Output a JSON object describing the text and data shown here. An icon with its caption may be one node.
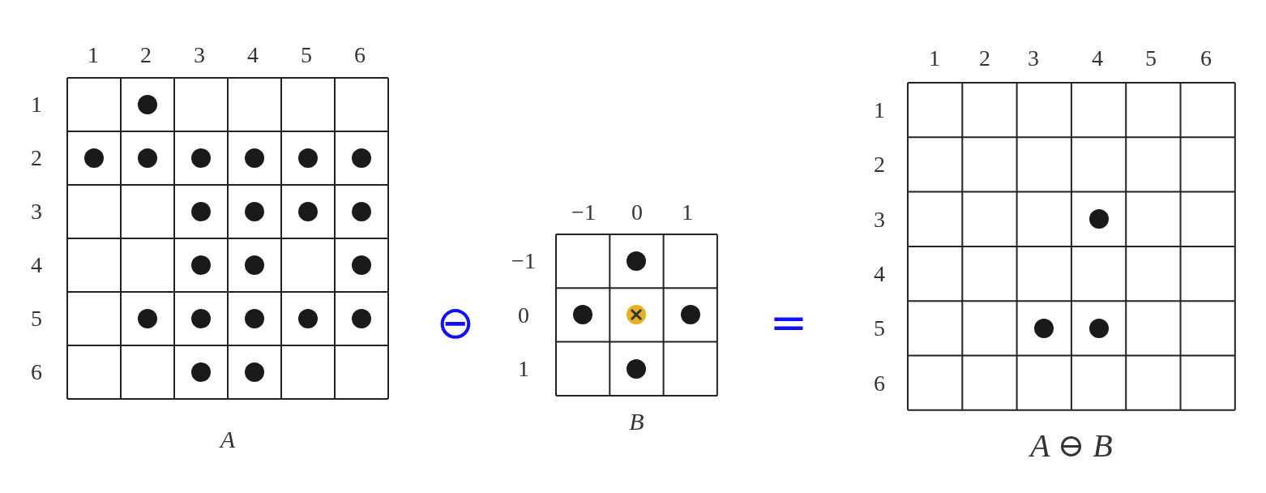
{
  "diagram": {
    "nodes": [
      {
        "text": [
          "A"
        ]
      },
      {
        "text": [
          "B"
        ]
      },
      {
        "text": [
          "A ⊖ B"
        ]
      },
      {
        "text": [],
        "shape": "circle",
        "in": 0
      },
      {
        "text": [],
        "shape": "circle",
        "in": 0
      },
      {
        "text": [],
        "shape": "circle",
        "in": 0
      },
      {
        "text": [],
        "shape": "circle",
        "in": 0
      },
      {
        "text": [],
        "shape": "circle",
        "in": 0
      },
      {
        "text": [],
        "shape": "circle",
        "in": 0
      },
      {
        "text": [],
        "shape": "circle",
        "in": 0
      },
      {
        "text": [],
        "shape": "circle",
        "in": 0
      },
      {
        "text": [],
        "shape": "circle",
        "in": 0
      },
      {
        "text": [],
        "shape": "circle",
        "in": 0
      },
      {
        "text": [],
        "shape": "circle",
        "in": 0
      },
      {
        "text": [],
        "shape": "circle",
        "in": 0
      },
      {
        "text": [],
        "shape": "circle",
        "in": 0
      },
      {
        "text": [],
        "shape": "circle",
        "in": 0
      },
      {
        "text": [],
        "shape": "circle",
        "in": 0
      },
      {
        "text": [],
        "shape": "circle",
        "in": 0
      },
      {
        "text": [],
        "shape": "circle",
        "in": 0
      },
      {
        "text": [],
        "shape": "circle",
        "in": 0
      },
      {
        "text": [],
        "shape": "circle",
        "in": 0
      },
      {
        "text": [],
        "shape": "circle",
        "in": 0
      },
      {
        "text": [],
        "shape": "circle",
        "in": 0
      },
      {
        "text": [],
        "shape": "circle",
        "in": 1
      },
      {
        "text": [],
        "shape": "circle",
        "in": 1
      },
      {
        "text": [],
        "shape": "circle",
        "in": 1
      },
      {
        "text": [],
        "shape": "circle",
        "in": 1
      },
      {
        "text": [],
        "shape": "circle",
        "in": 1
      },
      {
        "text": [],
        "shape": "circle",
        "in": 2
      },
      {
        "text": [],
        "shape": "circle",
        "in": 2
      },
      {
        "text": [],
        "shape": "circle",
        "in": 2
      }
    ],
    "labels": [
      "1",
      "2",
      "3",
      "4",
      "5",
      "6",
      "1",
      "2",
      "3",
      "4",
      "5",
      "6",
      "−1",
      "0",
      "1",
      "−1",
      "0",
      "1",
      "⊖",
      "=",
      "1",
      "2",
      "3",
      "4",
      "5",
      "6",
      "1",
      "2",
      "3",
      "4",
      "5",
      "6"
    ]
  }
}
